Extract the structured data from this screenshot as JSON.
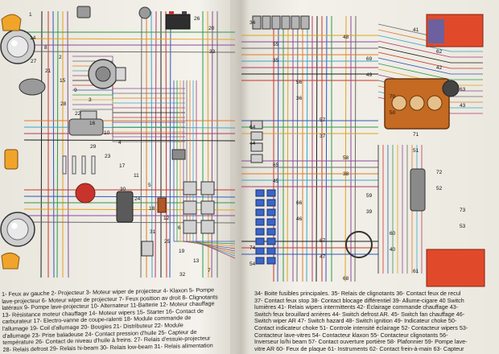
{
  "legend_left": [
    "1- Feux av gauche 2- Projecteur 3- Moteur wiper de projecteur 4- Klaxon 5- Pompe",
    "lave-projecteur 6- Moteur wiper de projecteur 7- Feux position av droit 8- Clignotants",
    "latéraux 9- Pompe lave-projecteur 10- Alternateur 11-Batterie 12- Moteur chauffage",
    "13- Résistance moteur chauffage 14- Moteur wipers 15- Starter 16- Contact de",
    "carburateur 17- Electro-vanne de coupe-ralenti 18- Module commande de",
    "l'allumage 19- Coil d'allumage 20- Bougies 21- Distributeur 22- Module",
    "d'allumage 23- Prise baladeuse 24- Contact pression d'huile 25- Capteur de",
    "température 26- Contact de niveau d'huile à freins. 27- Relais d'essuie-projecteur",
    "28- Relais defrost 29- Relais hi-beam 30- Relais low-beam 31- Relais alimentation"
  ],
  "legend_right": [
    "34- Boite fusibles principales. 35- Relais de clignotants 36- Contact feux de recul",
    "37- Contact feux stop 38- Contact blocage différentiel 39- Allume-cigare 40 Switch",
    "lumières 41- Relais wipers intermittents 42- Éclairage commande chauffage 43-",
    "Switch feux brouillard arrières 44- Switch defrost AR. 45- Switch fan chauffage 46-",
    "Switch wiper AR 47- Switch hazard 48- Switch ignition 49- Indicateur choke 50-",
    "Contact indicateur choke 51- Controle intensité éclairage 52- Contacteur wipers 53-",
    "Contacteur lave-vitres 54- Contacteur klaxon 55- Contacteur clignotants 56-",
    "Inverseur lo/hi beam 57- Contact ouverture portière 58- Plafonnier 59- Pompe lave-",
    "vitre AR 60- Feux de plaque 61- Instruments 62- Contact frein-à-main 63- Capteur"
  ],
  "callout_numbers": [
    "1",
    "2",
    "3",
    "4",
    "5",
    "6",
    "7",
    "8",
    "9",
    "10",
    "11",
    "12",
    "13",
    "14",
    "15",
    "16",
    "17",
    "18",
    "19",
    "20",
    "21",
    "22",
    "23",
    "24",
    "25",
    "26",
    "27",
    "28",
    "29",
    "30",
    "31",
    "32",
    "33",
    "34",
    "35",
    "36",
    "37",
    "38",
    "39",
    "40",
    "41",
    "42",
    "43",
    "44",
    "45",
    "46",
    "47",
    "48",
    "49",
    "50",
    "51",
    "52",
    "53",
    "54",
    "55",
    "56",
    "57",
    "58",
    "59",
    "60",
    "61",
    "62",
    "63",
    "64",
    "65",
    "66",
    "67",
    "68",
    "69",
    "70",
    "71",
    "72",
    "73",
    "74"
  ],
  "wire_colors": [
    "#1c1c1c",
    "#c8342c",
    "#2f56b8",
    "#2f9a45",
    "#e0a21e",
    "#8a4a9a",
    "#6a6a6a",
    "#e07a2a",
    "#3aa6c8",
    "#b23a6a"
  ]
}
